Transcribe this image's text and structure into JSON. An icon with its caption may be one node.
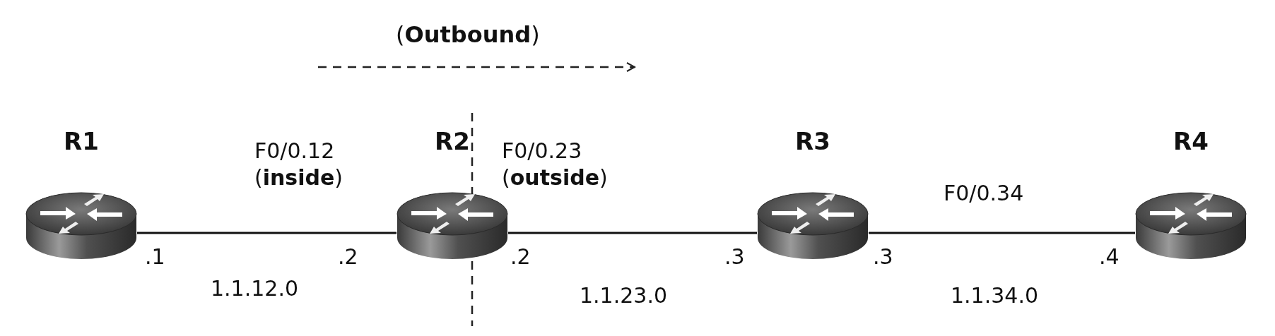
{
  "diagram": {
    "nodes": [
      {
        "text": [
          "R1"
        ]
      },
      {
        "text": [
          "R2"
        ]
      },
      {
        "text": [
          "R3"
        ]
      },
      {
        "text": [
          "R4"
        ]
      }
    ],
    "edges": [
      {
        "from": 0,
        "to": 1,
        "arrow": "none"
      },
      {
        "from": 1,
        "to": 2,
        "arrow": "none"
      },
      {
        "from": 2,
        "to": 3,
        "arrow": "none"
      }
    ],
    "labels": [
      "(**Outbound**)",
      "F0/0.12 (**inside**)",
      "F0/0.23 (**outside**)",
      "F0/0.34",
      ".1",
      ".2",
      ".2",
      ".3",
      ".3",
      ".4",
      "1.1.12.0",
      "1.1.23.0",
      "1.1.34.0"
    ]
  }
}
